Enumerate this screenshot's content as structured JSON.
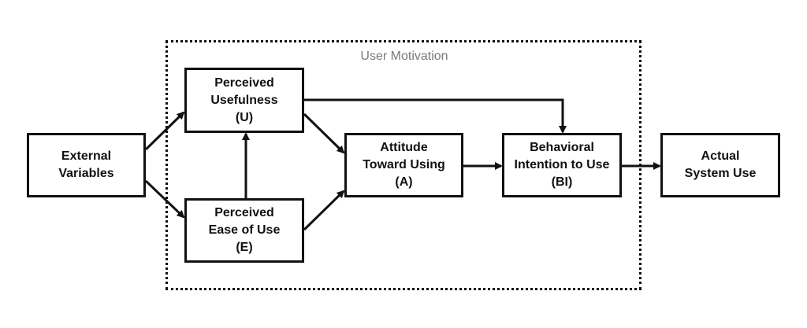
{
  "group": {
    "label": "User Motivation"
  },
  "nodes": {
    "external": {
      "line1": "External",
      "line2": "Variables"
    },
    "pu": {
      "line1": "Perceived",
      "line2": "Usefulness",
      "line3": "(U)"
    },
    "peou": {
      "line1": "Perceived",
      "line2": "Ease of Use",
      "line3": "(E)"
    },
    "attitude": {
      "line1": "Attitude",
      "line2": "Toward Using",
      "line3": "(A)"
    },
    "bi": {
      "line1": "Behavioral",
      "line2": "Intention to Use",
      "line3": "(BI)"
    },
    "actual": {
      "line1": "Actual",
      "line2": "System Use"
    }
  },
  "edges": [
    {
      "from": "External Variables",
      "to": "Perceived Usefulness"
    },
    {
      "from": "External Variables",
      "to": "Perceived Ease of Use"
    },
    {
      "from": "Perceived Ease of Use",
      "to": "Perceived Usefulness"
    },
    {
      "from": "Perceived Usefulness",
      "to": "Attitude Toward Using"
    },
    {
      "from": "Perceived Ease of Use",
      "to": "Attitude Toward Using"
    },
    {
      "from": "Perceived Usefulness",
      "to": "Behavioral Intention to Use"
    },
    {
      "from": "Attitude Toward Using",
      "to": "Behavioral Intention to Use"
    },
    {
      "from": "Behavioral Intention to Use",
      "to": "Actual System Use"
    }
  ],
  "colors": {
    "stroke": "#111111",
    "group_label": "#7a7a7a",
    "background": "#ffffff"
  }
}
